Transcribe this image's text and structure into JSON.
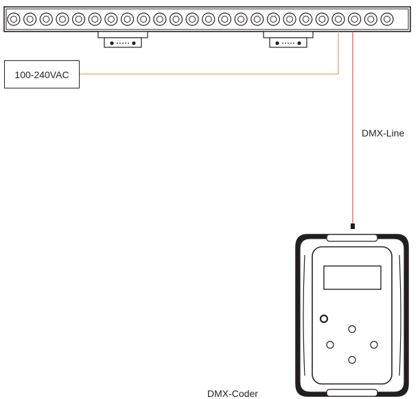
{
  "power_supply": {
    "label": "100-240VAC"
  },
  "signal_cable": {
    "label": "DMX-Line"
  },
  "controller": {
    "label": "DMX-Coder"
  },
  "led_bar": {
    "led_count": 24
  },
  "colors": {
    "outline": "#231f20",
    "power_wire": "#e8a36a",
    "dmx_wire": "#d9534f"
  }
}
